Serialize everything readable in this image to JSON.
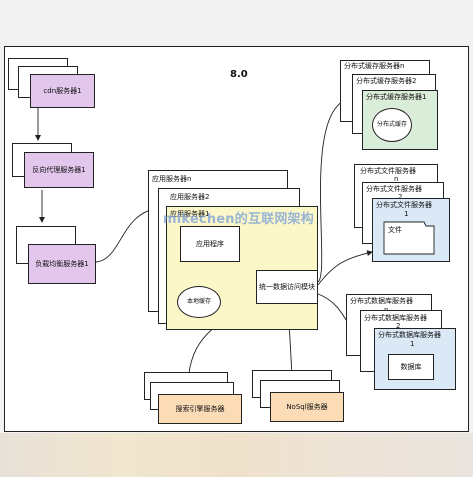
{
  "title": "8.0",
  "watermark": "mikechen的互联网架构",
  "nodes": {
    "cdn": "cdn服务器1",
    "proxy": "反向代理服务器1",
    "lb": "负载均衡服务器1",
    "app_n": "应用服务器n",
    "app_2": "应用服务器2",
    "app_1": "应用服务器1",
    "app_program": "应用程序",
    "local_cache": "本地缓存",
    "unified_access": "统一数据访问模块",
    "cache_n": "分布式缓存服务器n",
    "cache_2": "分布式缓存服务器2",
    "cache_1": "分布式缓存服务器1",
    "dist_cache": "分布式缓存",
    "file_n_a": "分布式文件服务器",
    "file_n_b": "n",
    "file_2_a": "分布式文件服务器",
    "file_2_b": "2",
    "file_1_a": "分布式文件服务器",
    "file_1_b": "1",
    "file": "文件",
    "db_n_a": "分布式数据库服务器",
    "db_n_b": "n",
    "db_2_a": "分布式数据库服务器",
    "db_2_b": "2",
    "db_1_a": "分布式数据库服务器",
    "db_1_b": "1",
    "database": "数据库",
    "search": "搜索引擎服务器",
    "nosql": "NoSql服务器"
  },
  "colors": {
    "purple": "#e2c6ec",
    "yellow": "#fbf7c9",
    "green": "#d9edd8",
    "blue": "#dbe8f6",
    "orange": "#fbdcb6",
    "line": "#222222"
  }
}
